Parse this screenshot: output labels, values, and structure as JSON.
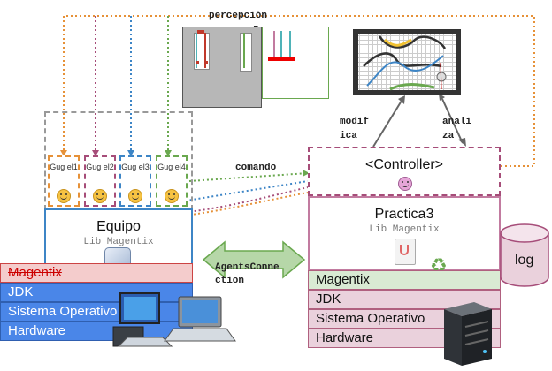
{
  "labels": {
    "percepcion": "percepción",
    "percepcion_tail": "z",
    "comando": "comando",
    "modifica_1": "modif",
    "modifica_2": "ica",
    "analiza_1": "anali",
    "analiza_2": "za",
    "agents_connection_1": "AgentsConne",
    "agents_connection_2": "ction"
  },
  "controller": {
    "title": "<Controller>"
  },
  "equipo": {
    "title": "Equipo",
    "subtitle": "Lib Magentix"
  },
  "agents": [
    "Gug el1",
    "Gug el2",
    "Gug el3",
    "Gug el4"
  ],
  "practica": {
    "title": "Practica3",
    "subtitle": "Lib Magentix"
  },
  "left_stack": [
    "Magentix",
    "JDK",
    "Sistema Operativo",
    "Hardware"
  ],
  "right_stack": [
    "Magentix",
    "JDK",
    "Sistema Operativo",
    "Hardware"
  ],
  "log": {
    "label": "log"
  },
  "colors": {
    "agent1": "#e69138",
    "agent2": "#a64d79",
    "agent3": "#3d85c6",
    "agent4": "#6aa84f",
    "left_layer": "#4a86e8",
    "right_layer": "#ead1dc",
    "magentix_right": "#d9ead3",
    "controller_border": "#a64d79",
    "connector": "#b6d7a8"
  }
}
